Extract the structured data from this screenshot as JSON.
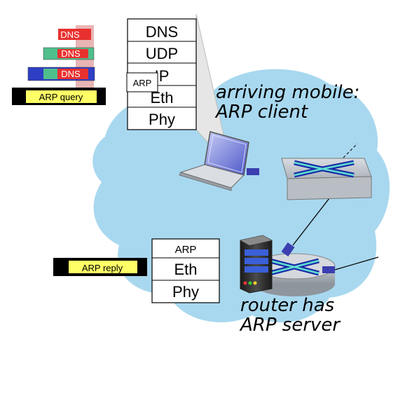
{
  "encapsulation": {
    "dns_labels": [
      "DNS",
      "DNS",
      "DNS"
    ],
    "arp_query_label": "ARP query"
  },
  "client_stack": {
    "layers": [
      "DNS",
      "UDP",
      "IP",
      "Eth",
      "Phy"
    ],
    "arp_tag": "ARP"
  },
  "client_caption": [
    "arriving mobile:",
    "ARP client"
  ],
  "server_stack": {
    "layers": [
      "ARP",
      "Eth",
      "Phy"
    ]
  },
  "arp_reply_label": "ARP reply",
  "router_caption": [
    "router has",
    "ARP server"
  ],
  "colors": {
    "cloud": "#a8d8ef",
    "dns_red": "#e8312f",
    "udp_green": "#4fbf8c",
    "ip_blue": "#2f3fc4",
    "frame_yellow": "#ffff66",
    "pink_stripe": "#e8b5b5"
  }
}
